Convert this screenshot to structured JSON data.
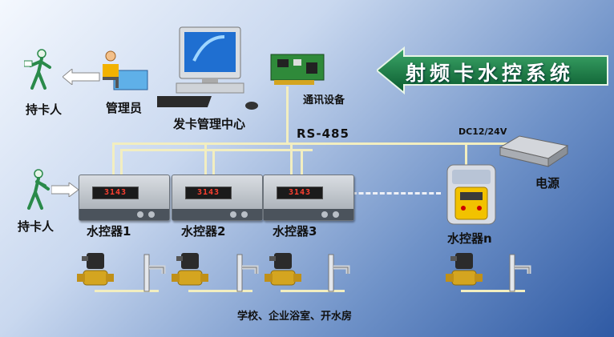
{
  "title_banner": "射频卡水控系统",
  "labels": {
    "cardholder_top": "持卡人",
    "admin": "管理员",
    "card_center": "发卡管理中心",
    "comm_device": "通讯设备",
    "bus": "RS-485",
    "power_spec": "DC12/24V",
    "power": "电源",
    "cardholder_bottom": "持卡人",
    "ctrl1": "水控器1",
    "ctrl2": "水控器2",
    "ctrl3": "水控器3",
    "ctrln": "水控器n",
    "applications": "学校、企业浴室、开水房"
  },
  "controller_display": "3143",
  "colors": {
    "banner_green": "#0c6f3a",
    "wire": "#f2eec0",
    "background_dark": "#2f5aa4"
  }
}
